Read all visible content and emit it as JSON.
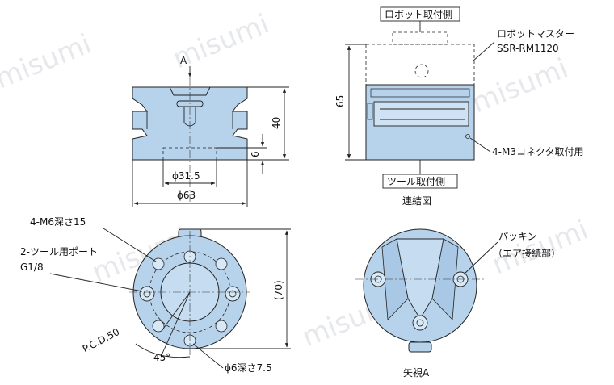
{
  "watermark": "misumi",
  "labels": {
    "view_a_marker": "A",
    "dim_40": "40",
    "dim_6": "6",
    "dim_phi31_5": "ϕ31.5",
    "dim_phi63": "ϕ63",
    "robot_side": "ロボット取付側",
    "robot_master": "ロボットマスター",
    "robot_master_model": "SSR-RM1120",
    "dim_65": "65",
    "connector_mount": "4-M3コネクタ取付用",
    "tool_side": "ツール取付側",
    "connection_diagram": "連結図",
    "m6_depth": "4-M6深さ15",
    "tool_port": "2-ツール用ポート",
    "g1_8": "G1/8",
    "pcd": "P.C.D.50",
    "angle_45": "45°",
    "phi6_depth": "ϕ6深さ7.5",
    "dim_70": "(70)",
    "packing": "パッキン",
    "air_connection": "（エア接続部）",
    "view_a": "矢視A"
  },
  "colors": {
    "body_fill": "#b7d3ec",
    "outline": "#222222",
    "watermark": "#c9ced3"
  }
}
